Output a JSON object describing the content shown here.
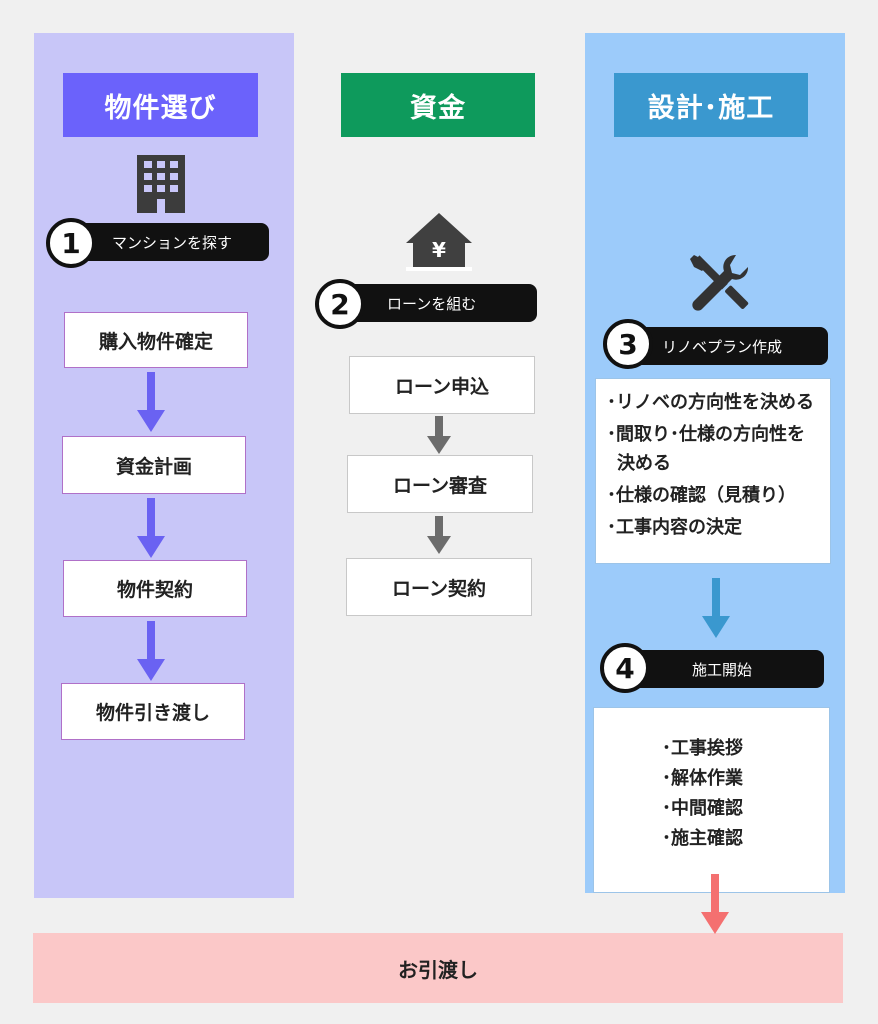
{
  "columns": {
    "property": {
      "header": "物件選び",
      "step_number": "1",
      "step_label": "マンションを探す",
      "steps": [
        "購入物件確定",
        "資金計画",
        "物件契約",
        "物件引き渡し"
      ]
    },
    "funding": {
      "header": "資金",
      "yen_symbol": "¥",
      "step_number": "2",
      "step_label": "ローンを組む",
      "steps": [
        "ローン申込",
        "ローン審査",
        "ローン契約"
      ]
    },
    "design": {
      "header": "設計･施工",
      "step3_number": "3",
      "step3_label": "リノベプラン作成",
      "step3_items": [
        "･リノベの方向性を決める",
        "･間取り･仕様の方向性を",
        "決める",
        "･仕様の確認（見積り）",
        "･工事内容の決定"
      ],
      "step4_number": "4",
      "step4_label": "施工開始",
      "step4_items": [
        "･工事挨拶",
        "･解体作業",
        "･中間確認",
        "･施主確認"
      ]
    }
  },
  "final": {
    "label": "お引渡し"
  },
  "colors": {
    "purple_bg": "#c8c6f8",
    "purple_header": "#6b62fb",
    "purple_arrow": "#6a62f2",
    "green_header": "#0e9a5c",
    "gray_arrow": "#6c6c6c",
    "blue_bg": "#9ccbfa",
    "blue_header": "#3a98cf",
    "blue_arrow": "#3a98cf",
    "pink_bg": "#fbc8c8",
    "red_arrow": "#f47070"
  }
}
